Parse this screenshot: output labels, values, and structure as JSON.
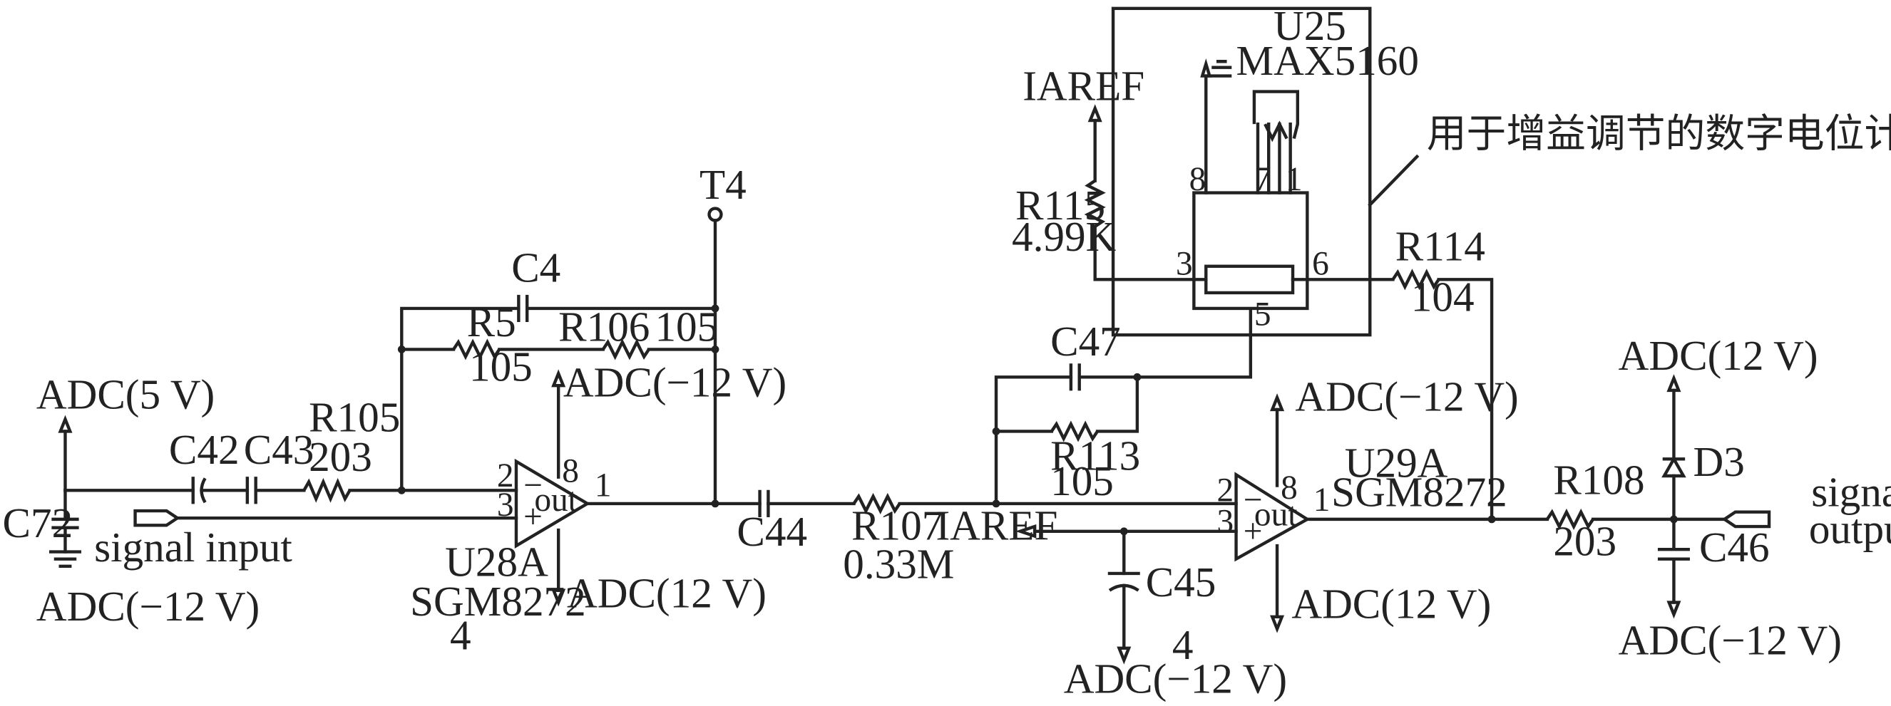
{
  "components": {
    "C72": "C72",
    "C42": "C42",
    "C43": "C43",
    "R105": "R105",
    "R105_val": "203",
    "C4": "C4",
    "R5": "R5",
    "R5_val": "105",
    "R106": "R106",
    "R106_val": "105",
    "T4": "T4",
    "U28A": "U28A",
    "U28A_part": "SGM8272",
    "U28A_pin4": "4",
    "C44": "C44",
    "R107": "R107",
    "R107_val": "0.33M",
    "C47": "C47",
    "R113": "R113",
    "R113_val": "105",
    "R115": "R115",
    "R115_val": "4.99K",
    "U25": "U25",
    "U25_part": "MAX5160",
    "R114": "R114",
    "R114_val": "104",
    "C45": "C45",
    "U29A": "U29A",
    "U29A_part": "SGM8272",
    "U29A_pin4": "4",
    "R108": "R108",
    "R108_val": "203",
    "D3": "D3",
    "C46": "C46"
  },
  "nets": {
    "adc_5v": "ADC(5 V)",
    "adc_neg12": "ADC(−12 V)",
    "adc_pos12": "ADC(12 V)",
    "iaref": "IAREF",
    "signal_input": "signal input",
    "signal_output_1": "signal",
    "signal_output_2": "output"
  },
  "annotations": {
    "digital_pot": "用于增益调节的数字电位计"
  },
  "pins": {
    "minus": "−",
    "plus": "+",
    "out": "out",
    "p1": "1",
    "p2": "2",
    "p3": "3",
    "p5": "5",
    "p6": "6",
    "p7": "7",
    "p8": "8"
  }
}
